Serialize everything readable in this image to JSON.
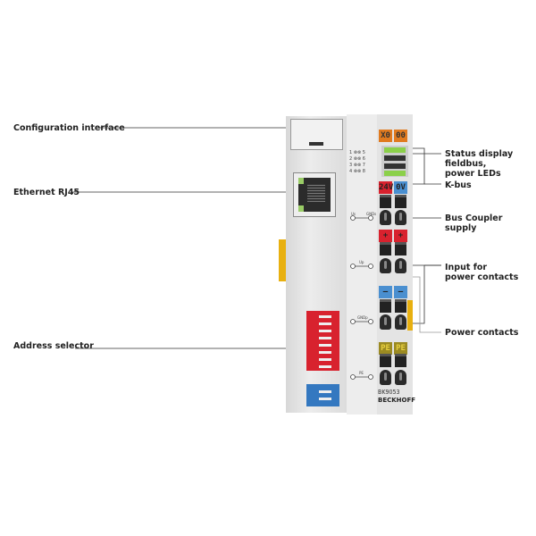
{
  "callouts_left": {
    "config": "Configuration interface",
    "ethernet": "Ethernet RJ45",
    "address": "Address selector"
  },
  "callouts_right": {
    "status_1": "Status display",
    "status_2": "fieldbus,",
    "status_3": "power LEDs",
    "kbus": "K-bus",
    "supply_1": "Bus Coupler",
    "supply_2": "supply",
    "input_1": "Input for",
    "input_2": "power contacts",
    "power": "Power contacts"
  },
  "device": {
    "tags": {
      "x0": "X0",
      "o0": "00",
      "v24": "24V",
      "v0": "0V",
      "plus": "+",
      "minus": "–",
      "pe": "PE"
    },
    "symbols": {
      "us": "Us",
      "gnds": "GNDs",
      "up": "Up",
      "gndp": "GNDp",
      "pe": "PE"
    },
    "led_numbers": "1 ⊗⊗ 5\n2 ⊗⊗ 6\n3 ⊗⊗ 7\n4 ⊗⊗ 8",
    "model": "BK9053",
    "brand": "BECKHOFF"
  },
  "colors": {
    "orange": "#e07a1f",
    "red": "#d8222e",
    "blue": "#4a8fd0",
    "pe": "#9b8a22",
    "led_green": "#8bd04a"
  }
}
